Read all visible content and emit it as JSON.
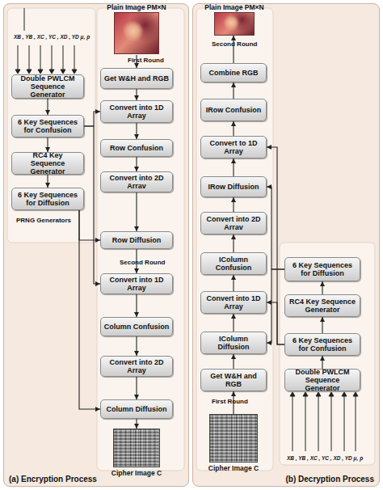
{
  "diagram": {
    "nodes": [
      {
        "text": [
          "(a) Encryption Process"
        ]
      },
      {
        "text": [
          "Double PWLCM Sequence Generator"
        ],
        "in": 0
      },
      {
        "text": [
          "6 Key Sequences for Confusion"
        ],
        "in": 0
      },
      {
        "text": [
          "RC4 Key Sequence Generator"
        ],
        "in": 0
      },
      {
        "text": [
          "6 Key Sequences for Diffusion"
        ],
        "in": 0
      },
      {
        "text": [
          "Plain Image PM×N"
        ],
        "in": 0
      },
      {
        "text": [
          "Get W&H and RGB"
        ],
        "in": 0
      },
      {
        "text": [
          "Convert into 1D Array"
        ],
        "in": 0
      },
      {
        "text": [
          "Row Confusion"
        ],
        "in": 0
      },
      {
        "text": [
          "Convert into 2D Arrav"
        ],
        "in": 0
      },
      {
        "text": [
          "Row Diffusion"
        ],
        "in": 0
      },
      {
        "text": [
          "Convert into 1D Array"
        ],
        "in": 0
      },
      {
        "text": [
          "Column Confusion"
        ],
        "in": 0
      },
      {
        "text": [
          "Convert into 2D Array"
        ],
        "in": 0
      },
      {
        "text": [
          "Column Diffusion"
        ],
        "in": 0
      },
      {
        "text": [
          "Cipher Image C"
        ],
        "in": 0
      },
      {
        "text": [
          "(b) Decryption Process"
        ]
      },
      {
        "text": [
          "Plain Image PM×N"
        ],
        "in": 16
      },
      {
        "text": [
          "Combine RGB"
        ],
        "in": 16
      },
      {
        "text": [
          "IRow Confusion"
        ],
        "in": 16
      },
      {
        "text": [
          "Convert to 1D Array"
        ],
        "in": 16
      },
      {
        "text": [
          "IRow Diffusion"
        ],
        "in": 16
      },
      {
        "text": [
          "Convert into 2D Arrav"
        ],
        "in": 16
      },
      {
        "text": [
          "IColumn Confusion"
        ],
        "in": 16
      },
      {
        "text": [
          "Convert into 1D Array"
        ],
        "in": 16
      },
      {
        "text": [
          "IColumn Diffusion"
        ],
        "in": 16
      },
      {
        "text": [
          "Get W&H and RGB"
        ],
        "in": 16
      },
      {
        "text": [
          "Cipher Image C"
        ],
        "in": 16
      },
      {
        "text": [
          "6 Key Sequences for Diffusion"
        ],
        "in": 16
      },
      {
        "text": [
          "RC4 Key Sequence Generator"
        ],
        "in": 16
      },
      {
        "text": [
          "6 Key Sequences for Confusion"
        ],
        "in": 16
      },
      {
        "text": [
          "Double PWLCM Sequence Generator"
        ],
        "in": 16
      }
    ],
    "edges": [
      {
        "from": 1,
        "to": 2,
        "arrow": "to"
      },
      {
        "from": 2,
        "to": 3,
        "arrow": "to"
      },
      {
        "from": 3,
        "to": 4,
        "arrow": "to"
      },
      {
        "from": 5,
        "to": 6,
        "arrow": "to"
      },
      {
        "from": 6,
        "to": 7,
        "arrow": "to"
      },
      {
        "from": 7,
        "to": 8,
        "arrow": "to"
      },
      {
        "from": 8,
        "to": 9,
        "arrow": "to"
      },
      {
        "from": 9,
        "to": 10,
        "arrow": "to"
      },
      {
        "from": 10,
        "to": 11,
        "arrow": "to"
      },
      {
        "from": 11,
        "to": 12,
        "arrow": "to"
      },
      {
        "from": 12,
        "to": 13,
        "arrow": "to"
      },
      {
        "from": 13,
        "to": 14,
        "arrow": "to"
      },
      {
        "from": 14,
        "to": 15,
        "arrow": "to"
      },
      {
        "from": 2,
        "to": 7,
        "arrow": "to"
      },
      {
        "from": 2,
        "to": 11,
        "arrow": "to"
      },
      {
        "from": 4,
        "to": 10,
        "arrow": "to"
      },
      {
        "from": 4,
        "to": 14,
        "arrow": "to"
      },
      {
        "from": 27,
        "to": 26,
        "arrow": "to"
      },
      {
        "from": 26,
        "to": 25,
        "arrow": "to"
      },
      {
        "from": 25,
        "to": 24,
        "arrow": "to"
      },
      {
        "from": 24,
        "to": 23,
        "arrow": "to"
      },
      {
        "from": 23,
        "to": 22,
        "arrow": "to"
      },
      {
        "from": 22,
        "to": 21,
        "arrow": "to"
      },
      {
        "from": 21,
        "to": 20,
        "arrow": "to"
      },
      {
        "from": 20,
        "to": 19,
        "arrow": "to"
      },
      {
        "from": 19,
        "to": 18,
        "arrow": "to"
      },
      {
        "from": 18,
        "to": 17,
        "arrow": "to"
      },
      {
        "from": 31,
        "to": 30,
        "arrow": "to"
      },
      {
        "from": 30,
        "to": 29,
        "arrow": "to"
      },
      {
        "from": 29,
        "to": 28,
        "arrow": "to"
      },
      {
        "from": 30,
        "to": 24,
        "arrow": "to"
      },
      {
        "from": 30,
        "to": 20,
        "arrow": "to"
      },
      {
        "from": 28,
        "to": 21,
        "arrow": "to"
      },
      {
        "from": 28,
        "to": 25,
        "arrow": "to"
      }
    ],
    "labels": [
      "XB , YB , XC , YC , XD , YD μ, p",
      "First Round",
      "PRNG Generators",
      "Second Round",
      "Second Round",
      "First Round",
      "XB , YB , XC , YC , XD , YD μ, p"
    ]
  }
}
